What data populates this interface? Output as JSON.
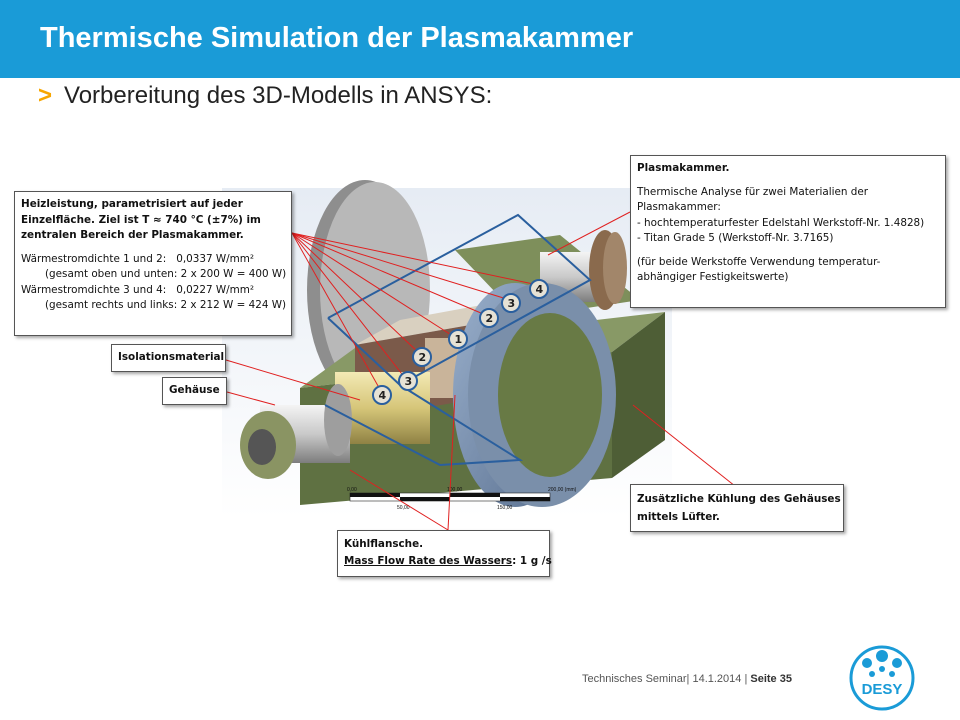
{
  "slide": {
    "title": "Thermische Simulation der Plasmakammer",
    "bullet_marker": ">",
    "bullet_text": "Vorbereitung des 3D-Modells in ANSYS:"
  },
  "callouts": {
    "heat": {
      "l1": "Heizleistung, parametrisiert auf jeder",
      "l2": "Einzelfläche. Ziel ist T ≈ 740 °C  (±7%)  im",
      "l3": "zentralen Bereich der Plasmakammer.",
      "l4a": "Wärmestromdichte 1 und 2:",
      "l4b": "0,0337 W/mm²",
      "l5": "(gesamt oben und unten: 2 x 200 W = 400 W)",
      "l6a": "Wärmestromdichte 3 und 4:",
      "l6b": "0,0227 W/mm²",
      "l7": "(gesamt rechts und links: 2 x 212 W = 424 W)"
    },
    "plasma": {
      "l1": "Plasmakammer.",
      "l2": "Thermische Analyse für zwei Materialien der",
      "l3": "Plasmakammer:",
      "l4": "- hochtemperaturfester Edelstahl Werkstoff-Nr. 1.4828)",
      "l5": "- Titan Grade 5 (Werkstoff-Nr. 3.7165)",
      "l6": "(für beide Werkstoffe Verwendung temperatur-",
      "l7": "abhängiger Festigkeitswerte)"
    },
    "isolation": "Isolationsmaterial",
    "gehaeuse": "Gehäuse",
    "kuehlung": {
      "l1": "Zusätzliche Kühlung des Gehäuses",
      "l2": "mittels Lüfter."
    },
    "flansch": {
      "l1": "Kühlflansche.",
      "l2a": "Mass Flow Rate des Wassers",
      "l2b": ":  1 g /s"
    }
  },
  "markers": [
    "1",
    "2",
    "3",
    "4",
    "2",
    "3",
    "4"
  ],
  "scale_bar": {
    "labels_top": [
      "0,00",
      "100,00",
      "200,00 (mm)"
    ],
    "labels_bottom": [
      "50,00",
      "150,00"
    ]
  },
  "footer": {
    "text": "Technisches Seminar| 14.1.2014 |",
    "page": "Seite 35"
  },
  "logo": {
    "text": "DESY"
  },
  "colors": {
    "header": "#1a9bd7",
    "accent": "#f7a600",
    "red_leader": "#e02020",
    "blue_outline": "#2a5f9e"
  }
}
